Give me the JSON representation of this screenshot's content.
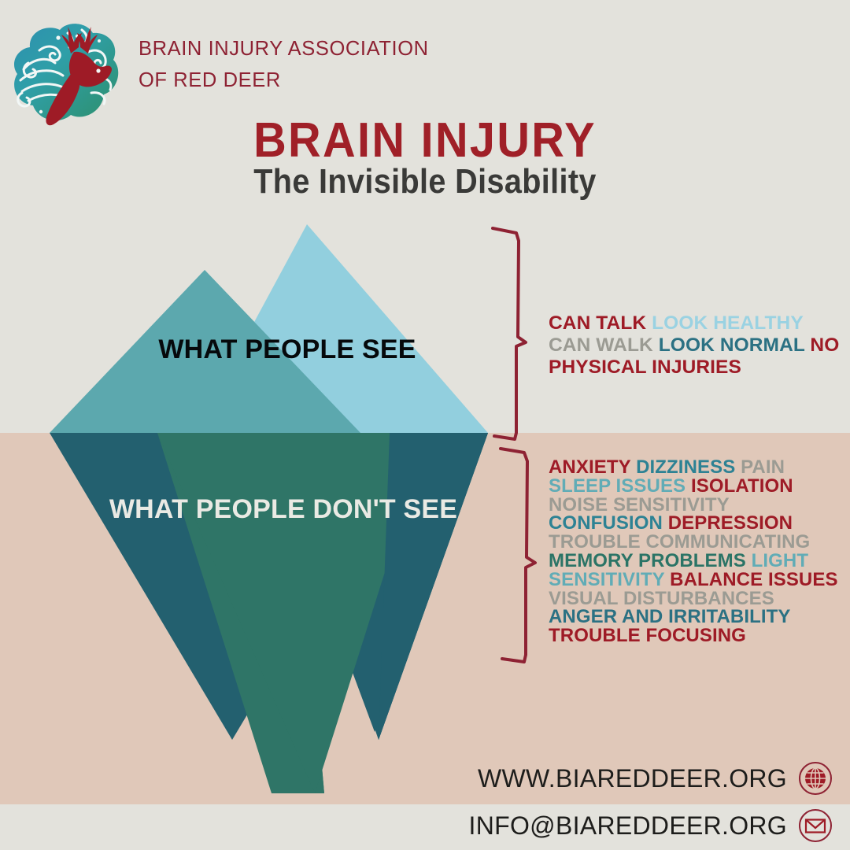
{
  "brand": {
    "line1": "BRAIN INJURY ASSOCIATION",
    "line2": "OF RED DEER",
    "logo_icon": "brain-deer-logo"
  },
  "title": {
    "main": "BRAIN INJURY",
    "sub": "The Invisible Disability"
  },
  "iceberg": {
    "above_label": "WHAT PEOPLE SEE",
    "below_label": "WHAT PEOPLE DON'T SEE"
  },
  "visible_traits": [
    {
      "text": "CAN  TALK",
      "color": "#9E1B26"
    },
    {
      "text": "LOOK  HEALTHY",
      "color": "#9AD2E2"
    },
    {
      "text": "CAN  WALK",
      "color": "#9B9B93"
    },
    {
      "text": "LOOK  NORMAL",
      "color": "#2B7183"
    },
    {
      "text": "NO PHYSICAL INJURIES",
      "color": "#9E1B26"
    }
  ],
  "hidden_symptoms": [
    {
      "text": "ANXIETY",
      "color": "#9E1B26"
    },
    {
      "text": "DIZZINESS",
      "color": "#2D8294"
    },
    {
      "text": "PAIN",
      "color": "#9B9B93"
    },
    {
      "text": "SLEEP ISSUES",
      "color": "#61ACB6"
    },
    {
      "text": "ISOLATION",
      "color": "#9E1B26"
    },
    {
      "text": "NOISE SENSITIVITY",
      "color": "#9B9B93"
    },
    {
      "text": "CONFUSION",
      "color": "#2D8294"
    },
    {
      "text": "DEPRESSION",
      "color": "#9E1B26"
    },
    {
      "text": "TROUBLE COMMUNICATING",
      "color": "#9B9B93"
    },
    {
      "text": "MEMORY PROBLEMS",
      "color": "#2B7466"
    },
    {
      "text": "LIGHT SENSITIVITY",
      "color": "#61ACB6"
    },
    {
      "text": "BALANCE ISSUES",
      "color": "#9E1B26"
    },
    {
      "text": "VISUAL DISTURBANCES",
      "color": "#9B9B93"
    },
    {
      "text": "ANGER AND IRRITABILITY",
      "color": "#2B7183"
    },
    {
      "text": "TROUBLE FOCUSING",
      "color": "#9E1B26"
    }
  ],
  "footer": {
    "website": "WWW.BIAREDDEER.ORG",
    "email": "INFO@BIAREDDEER.ORG",
    "globe_icon": "globe-icon",
    "mail_icon": "envelope-icon"
  },
  "colors": {
    "bg_top": "#E3E2DC",
    "bg_bottom": "#E0C8B9",
    "brand_red": "#8E2233",
    "title_red": "#A02028",
    "title_dark": "#3A3A38",
    "ice_light": "#92CFDE",
    "ice_mid": "#5CA8AE",
    "ice_dark": "#23606F",
    "ice_green": "#2F7567",
    "brace_red": "#8E2233"
  }
}
